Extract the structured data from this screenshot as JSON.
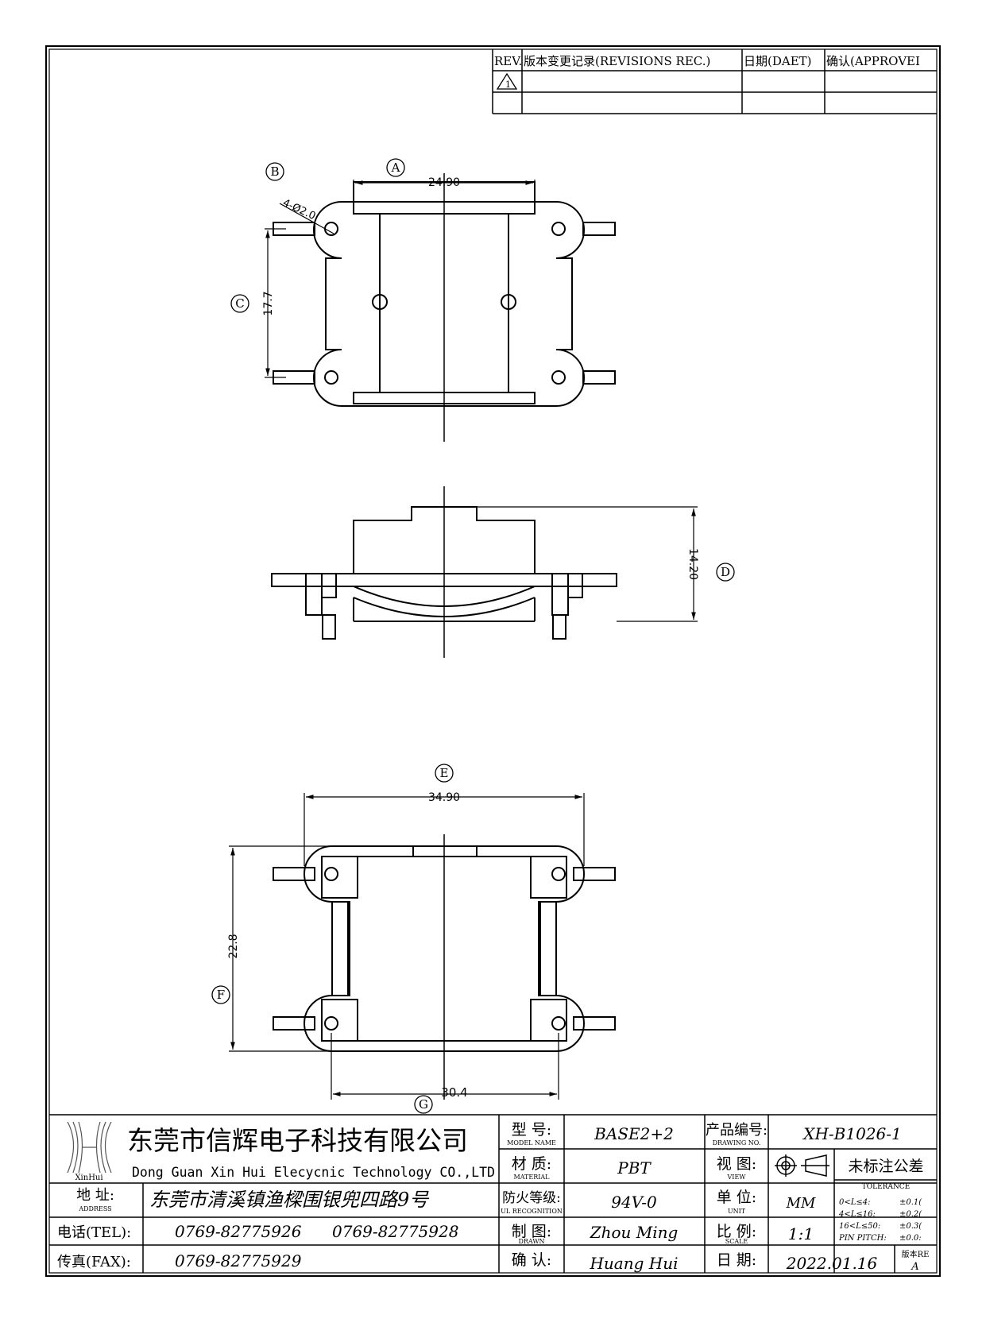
{
  "revisions": {
    "headers": [
      "REV.",
      "版本变更记录(REVISIONS REC.)",
      "日期(DAET)",
      "确认(APPROVEI"
    ],
    "rows": [
      [
        "1",
        "",
        "",
        ""
      ],
      [
        "",
        "",
        "",
        ""
      ]
    ]
  },
  "views": {
    "top": {
      "labels": {
        "a": "A",
        "b": "B",
        "c": "C"
      },
      "dims": {
        "width": "24.90",
        "hole": "4-Ø2.0",
        "pitch": "17.7"
      }
    },
    "side": {
      "labels": {
        "d": "D"
      },
      "dims": {
        "height": "14.20"
      }
    },
    "bottom": {
      "labels": {
        "e": "E",
        "f": "F",
        "g": "G"
      },
      "dims": {
        "width": "34.90",
        "height": "22.8",
        "span": "30.4"
      }
    }
  },
  "title_block": {
    "company_cn": "东莞市信辉电子科技有限公司",
    "company_en": "Dong Guan Xin Hui Elecycnic Technology CO.,LTD",
    "logo_text": "XinHui",
    "address_label": "地 址:",
    "address_label_en": "ADDRESS",
    "address": "东莞市清溪镇渔樑围银兜四路9号",
    "tel_label": "电话(TEL):",
    "tel_1": "0769-82775926",
    "tel_2": "0769-82775928",
    "fax_label": "传真(FAX):",
    "fax": "0769-82775929",
    "model_label": "型 号:",
    "model_label_en": "MODEL NAME",
    "model": "BASE2+2",
    "material_label": "材 质:",
    "material_label_en": "MATERIAL",
    "material": "PBT",
    "fire_label": "防火等级:",
    "fire_label_en": "UL RECOGNITION",
    "fire": "94V-0",
    "drawn_label": "制 图:",
    "drawn_label_en": "DRAWN",
    "drawn": "Zhou Ming",
    "approved_label": "确 认:",
    "approved": "Huang Hui",
    "drawing_no_label": "产品编号:",
    "drawing_no_label_en": "DRAWING NO.",
    "drawing_no": "XH-B1026-1",
    "view_label": "视 图:",
    "view_label_en": "VIEW",
    "tolerance_label": "未标注公差",
    "tolerance_label_en": "TOLERANCE",
    "unit_label": "单 位:",
    "unit_label_en": "UNIT",
    "unit": "MM",
    "scale_label": "比 例:",
    "scale_label_en": "SCALE",
    "scale": "1:1",
    "date_label": "日 期:",
    "date": "2022.01.16",
    "rev_label": "版本RE",
    "rev": "A",
    "tolerances": [
      {
        "range": "0<L≤4:",
        "value": "±0.1("
      },
      {
        "range": "4<L≤16:",
        "value": "±0.2("
      },
      {
        "range": "16<L≤50:",
        "value": "±0.3("
      },
      {
        "range": "PIN PITCH:",
        "value": "±0.0:"
      }
    ]
  }
}
